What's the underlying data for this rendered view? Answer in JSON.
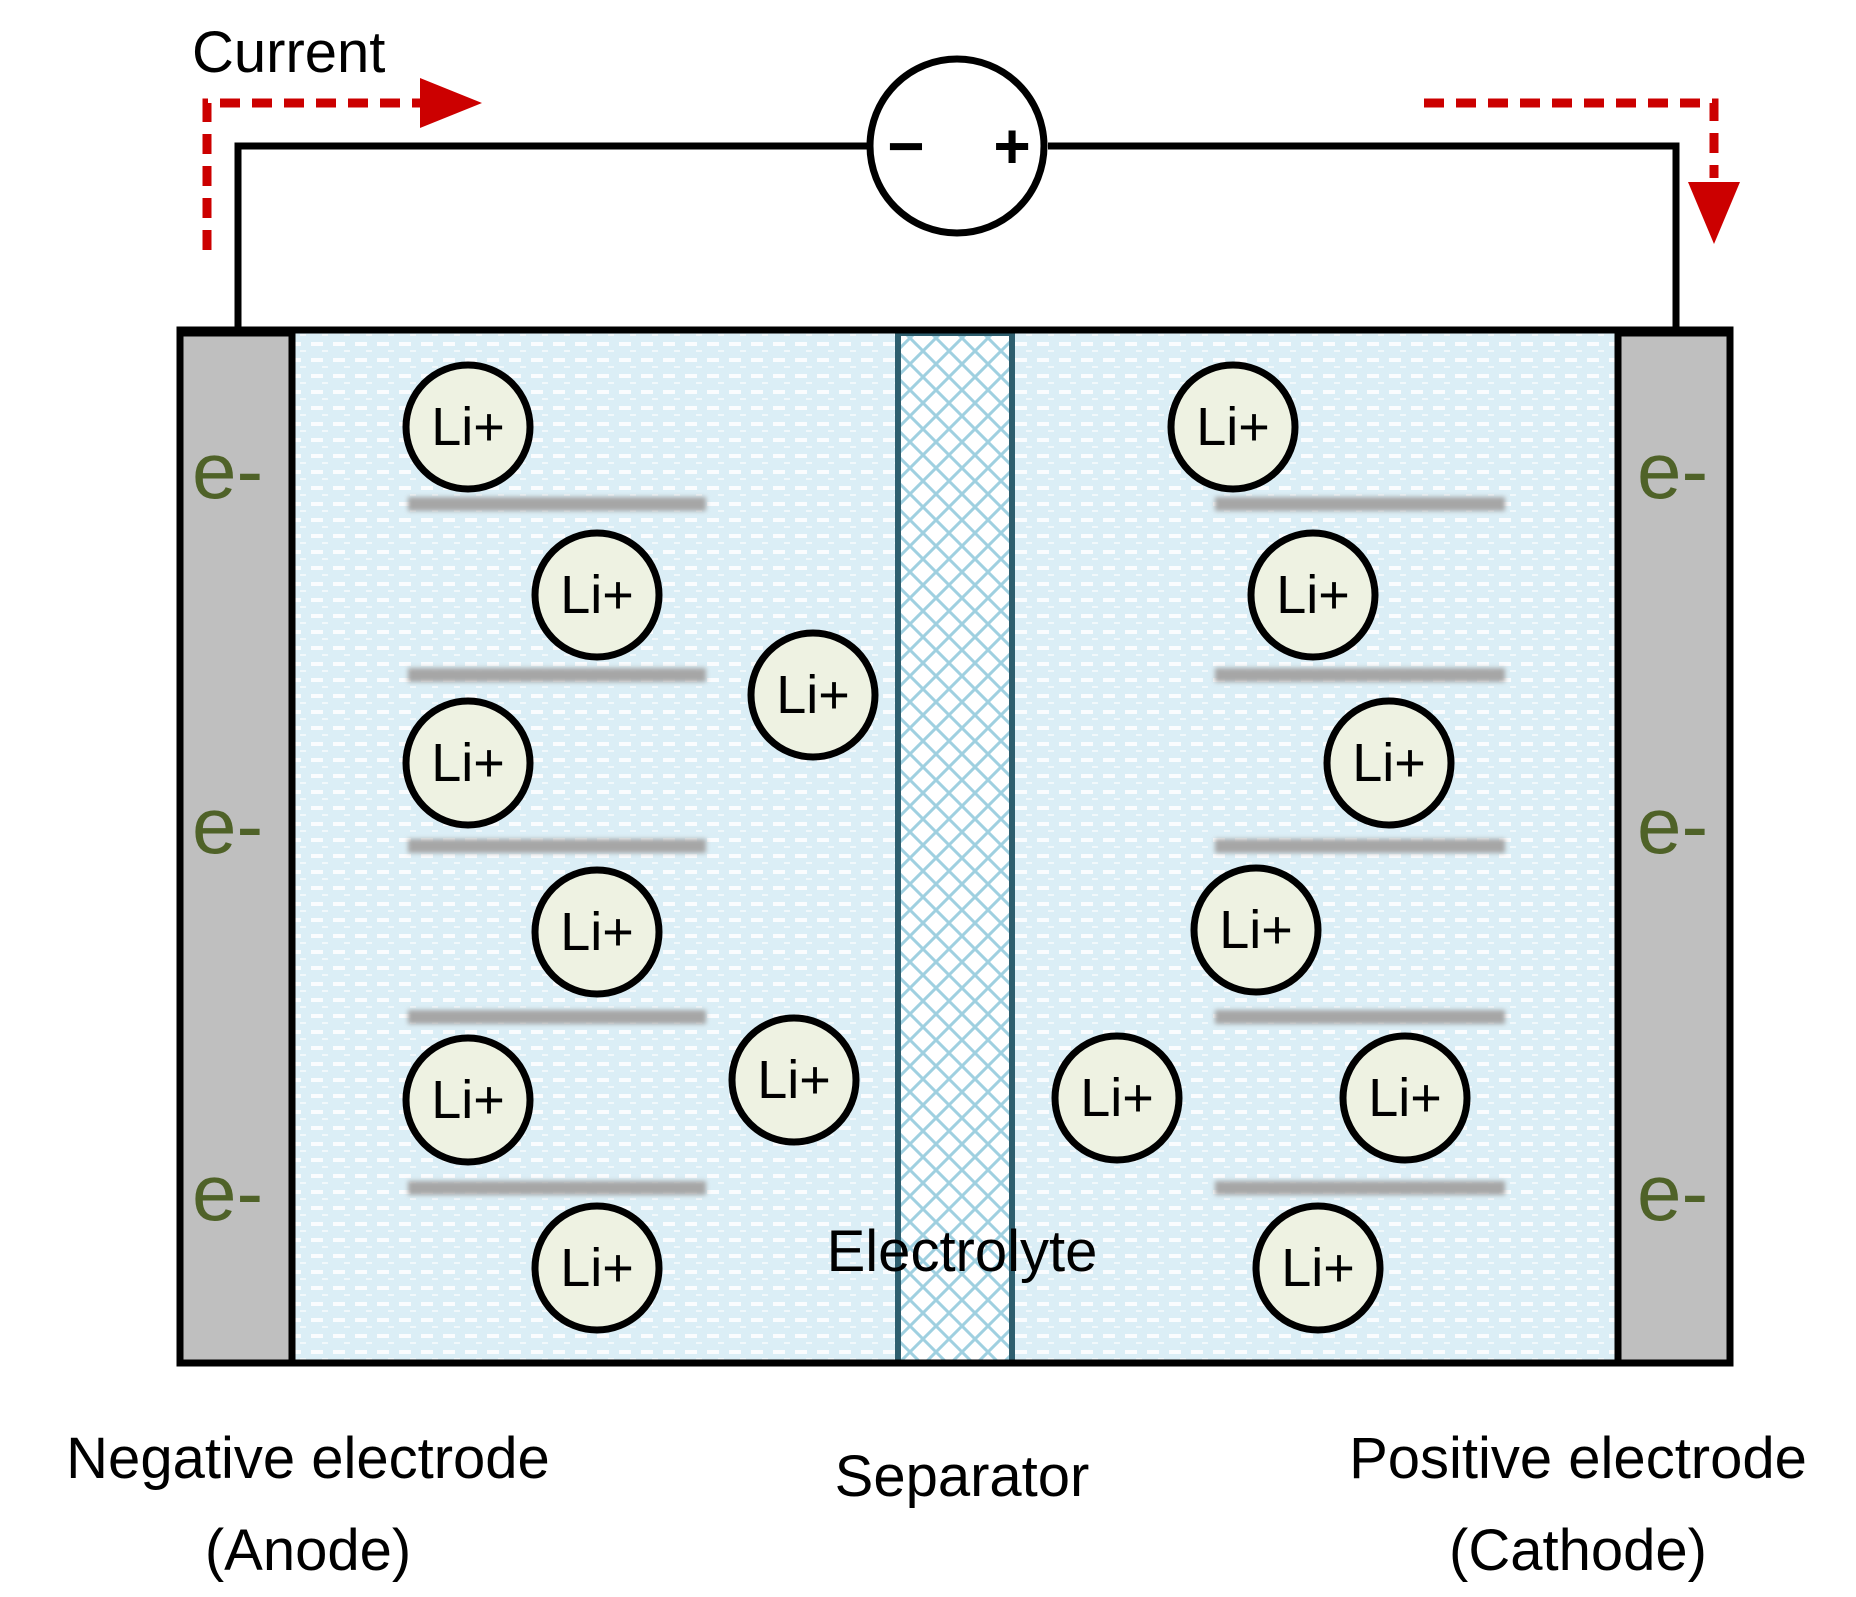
{
  "labels": {
    "current": "Current",
    "source_minus": "−",
    "source_plus": "+",
    "electrolyte": "Electrolyte",
    "separator": "Separator",
    "negative_line1": "Negative electrode",
    "negative_line2": "(Anode)",
    "positive_line1": "Positive electrode",
    "positive_line2": "(Cathode)"
  },
  "ion_label": "Li+",
  "electron_label": "e-",
  "colors": {
    "current_arrow": "#cc0000",
    "electrolyte_fill": "#dbeef6",
    "electrode_fill": "#bfbfbf",
    "separator_stroke": "#2e5e6e",
    "ion_fill": "#eef2e2",
    "electron_text": "#4f6228",
    "layer_gray": "#a6a6a6"
  }
}
